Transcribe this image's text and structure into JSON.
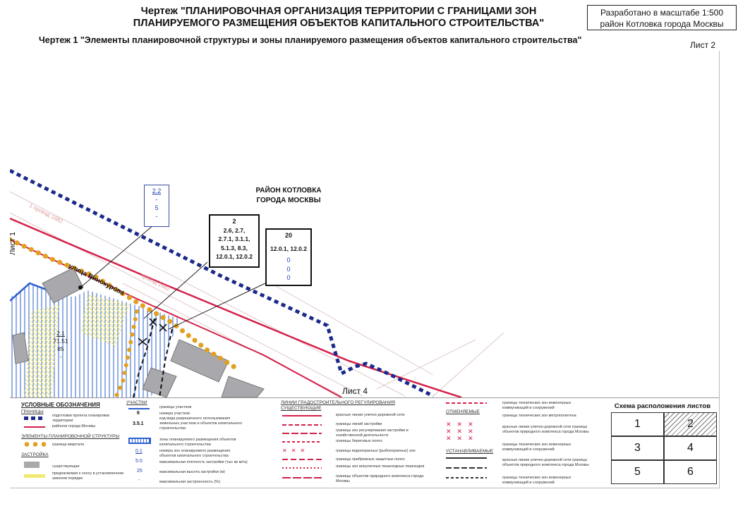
{
  "header": {
    "title_line1": "Чертеж \"ПЛАНИРОВОЧНАЯ ОРГАНИЗАЦИЯ ТЕРРИТОРИИ С ГРАНИЦАМИ ЗОН",
    "title_line2": "ПЛАНИРУЕМОГО РАЗМЕЩЕНИЯ ОБЪЕКТОВ КАПИТАЛЬНОГО СТРОИТЕЛЬСТВА\"",
    "subtitle": "Чертеж 1 \"Элементы планировочной структуры и зоны планируемого размещения объектов капитального строительства\"",
    "sheet": "Лист 2",
    "scale_line1": "Разработано в масштабе 1:500",
    "scale_line2": "район Котловка города Москвы"
  },
  "map": {
    "district_line1": "РАЙОН КОТЛОВКА",
    "district_line2": "ГОРОДА МОСКВЫ",
    "street_name": "улица Винокурова",
    "passage_1": "1 проезд 1682",
    "passage_2": "проезд 1682",
    "sheet_left": "Лист 1",
    "sheet_bottom": "Лист 4",
    "callout_a": {
      "line1": "2.2",
      "line2": "-",
      "line3": "5",
      "line4": "-"
    },
    "callout_b": {
      "number": "2",
      "codes": [
        "2.6, 2.7,",
        "2.7.1, 3.1.1,",
        "5.1.3, 8.3,",
        "12.0.1, 12.0.2"
      ]
    },
    "callout_c": {
      "number": "20",
      "codes": "12.0.1, 12.0.2",
      "v1": "0",
      "v2": "0",
      "v3": "0"
    },
    "parcel_label": {
      "line1": "2.1",
      "line2": "71.51",
      "line3": "85",
      "line4": "-"
    }
  },
  "legend": {
    "title": "УСЛОВНЫЕ ОБОЗНАЧЕНИЯ",
    "boundaries": "ГРАНИЦЫ",
    "b1": "подготовки проекта планировки территории",
    "b2": "районов города Москвы",
    "elements": "ЭЛЕМЕНТЫ ПЛАНИРОВОЧНОЙ СТРУКТУРЫ",
    "e1": "граница квартала",
    "buildings": "ЗАСТРОЙКА",
    "z1": "существующая",
    "z2": "предлагаемая к сносу в установленном законом порядке",
    "plots": "УЧАСТКИ",
    "p1": "границы участков",
    "p2_sym": "6",
    "p2": "номера участков",
    "p3_sym": "3.5.1",
    "p3": "код вида разрешенного использования земельных участков и объектов капитального строительства",
    "p4": "зоны планируемого размещения объектов капитального строительства",
    "p5_sym": "0.1",
    "p5": "номера зон планируемого размещения объектов капитального строительства",
    "p6_sym": "5.0",
    "p6": "максимальная плотность застройки (тыс кв м/га)",
    "p7_sym": "25",
    "p7": "максимальная высота застройки (м)",
    "p8_sym": "-",
    "p8": "максимальная застроенность (%)",
    "regulation": "ЛИНИИ ГРАДОСТРОИТЕЛЬНОГО РЕГУЛИРОВАНИЯ",
    "existing": "СУЩЕСТВУЮЩИЕ",
    "r1": "красные линии улично-дорожной сети",
    "r2": "границы линий застройки",
    "r3": "границы зон регулирования застройки и хозяйственной деятельности",
    "r4": "границы береговых полос",
    "r5": "границы водоохранных (рыбоохранных) зон",
    "r6": "границы прибрежных защитных полос",
    "r7": "границы зон внеуличных пешеходных переходов",
    "r8": "границы объектов природного комплекса города Москвы",
    "cancelled": "ОТМЕНЯЕМЫЕ",
    "established": "УСТАНАВЛИВАЕМЫЕ",
    "t1": "границы технических зон инженерных коммуникаций и сооружений",
    "t2": "границы технических зон метрополитена",
    "t3": "красные линии улично-дорожной сети границы объектов природного комплекса города Москвы",
    "t4": "границы технических зон инженерных коммуникаций и сооружений",
    "t5": "красные линии улично-дорожной сети границы объектов природного комплекса города Москвы",
    "t6": "границы технических зон инженерных коммуникаций и сооружений"
  },
  "scheme": {
    "title": "Схема расположения листов",
    "cells": [
      "1",
      "2",
      "3",
      "4",
      "5",
      "6"
    ]
  }
}
